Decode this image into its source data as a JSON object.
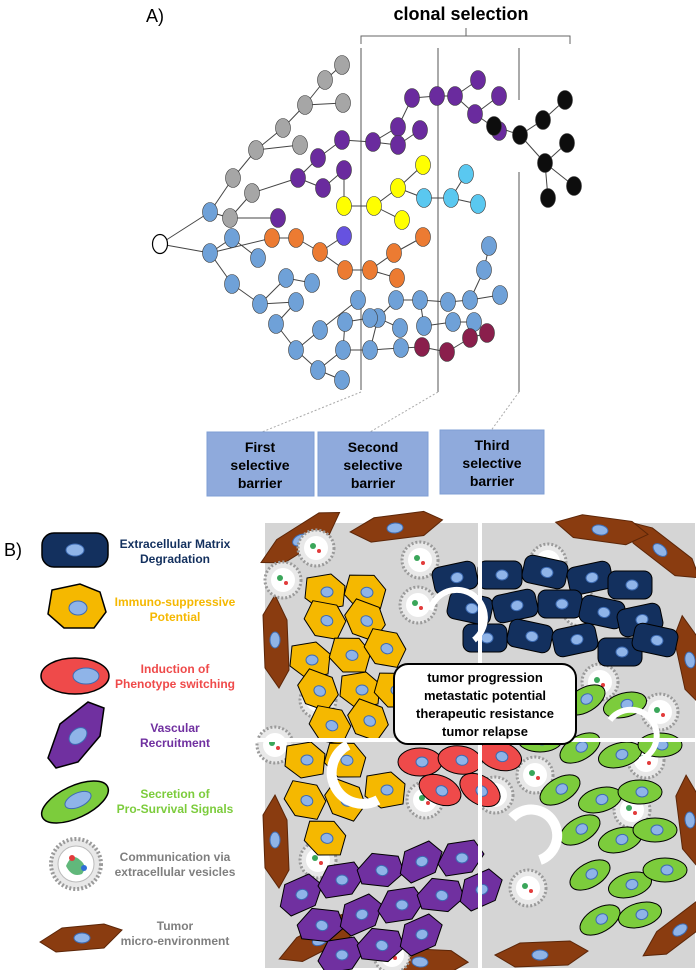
{
  "panel_a": {
    "label": "A)",
    "clonal_selection": "clonal selection",
    "barriers": [
      {
        "lines": [
          "First",
          "selective",
          "barrier"
        ]
      },
      {
        "lines": [
          "Second",
          "selective",
          "barrier"
        ]
      },
      {
        "lines": [
          "Third",
          "selective",
          "barrier"
        ]
      }
    ]
  },
  "panel_b": {
    "label": "B)",
    "legend": [
      {
        "lines": [
          "Extracellular Matrix",
          "Degradation"
        ],
        "color": "#13305e",
        "icon": "dark-blue-cell-icon"
      },
      {
        "lines": [
          "Immuno-suppressive",
          "Potential"
        ],
        "color": "#f5b800",
        "icon": "yellow-cell-icon"
      },
      {
        "lines": [
          "Induction of",
          "Phenotype switching"
        ],
        "color": "#ef4a4a",
        "icon": "red-cell-icon"
      },
      {
        "lines": [
          "Vascular",
          "Recruitment"
        ],
        "color": "#7030a0",
        "icon": "purple-cell-icon"
      },
      {
        "lines": [
          "Secretion of",
          "Pro-Survival Signals"
        ],
        "color": "#7ccc3c",
        "icon": "green-cell-icon"
      },
      {
        "lines": [
          "Communication via",
          "extracellular vesicles"
        ],
        "color": "#7f7f7f",
        "icon": "vesicle-icon"
      },
      {
        "lines": [
          "Tumor",
          "micro-environment"
        ],
        "color": "#7f7f7f",
        "icon": "brown-cell-icon"
      }
    ],
    "center_box": [
      "tumor progression",
      "metastatic potential",
      "therapeutic resistance",
      "tumor relapse"
    ]
  },
  "colors": {
    "blue": "#6fa1d8",
    "gray": "#a6a6a6",
    "purple": "#6a2b9e",
    "yellow": "#ffff00",
    "orange": "#ec7b32",
    "violet": "#6652e0",
    "cyan": "#5ac8f0",
    "black": "#0d0d0d",
    "maroon": "#8a1f4c",
    "barrier_box": "#8faadc",
    "env_brown": "#8a3c10",
    "env_gray": "#d5d5d5"
  }
}
